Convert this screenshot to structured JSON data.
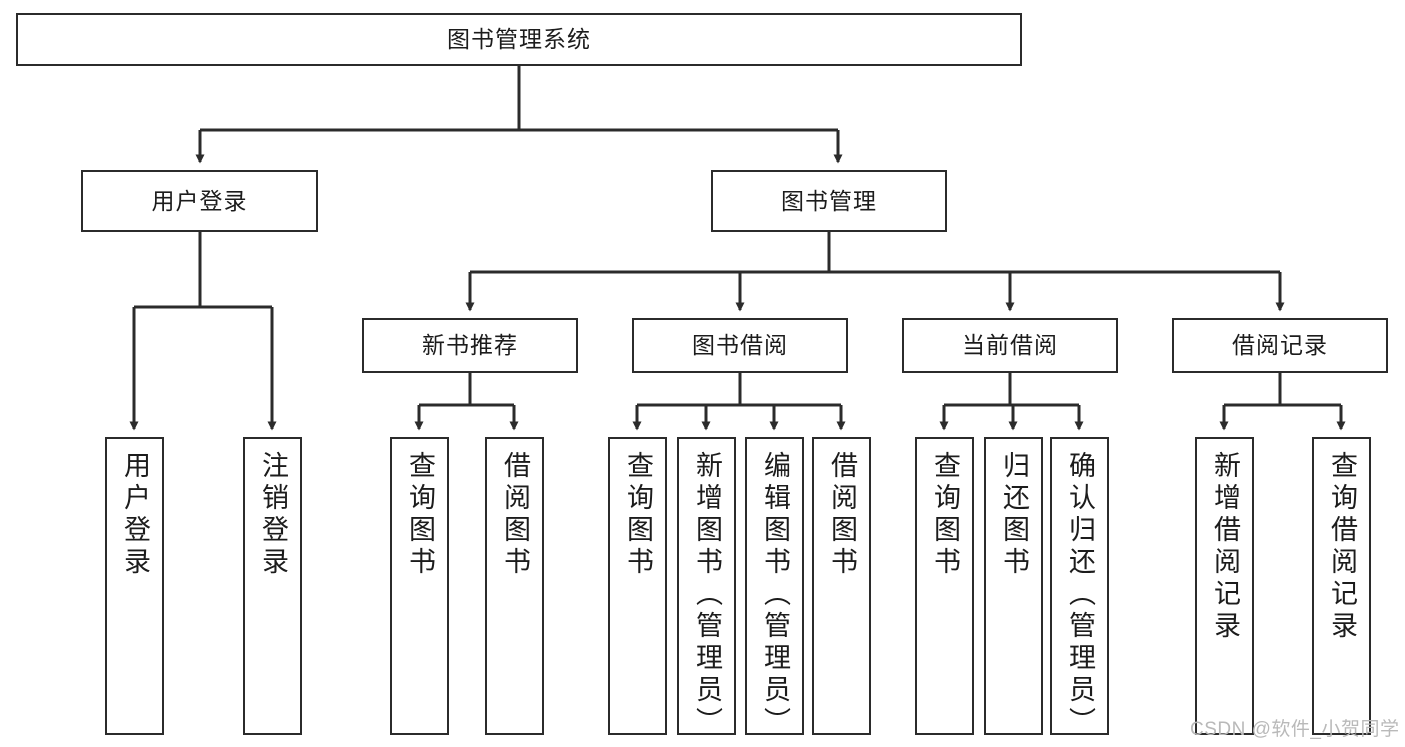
{
  "diagram": {
    "type": "tree-hierarchy",
    "title": "图书管理系统",
    "colors": {
      "box_border": "#2b2b2b",
      "box_fill": "#ffffff",
      "edge": "#2b2b2b",
      "text": "#1c1c1c",
      "watermark": "#b9b9b9",
      "background": "#ffffff"
    },
    "levels": {
      "root": {
        "label": "图书管理系统"
      },
      "level2": [
        {
          "label": "用户登录"
        },
        {
          "label": "图书管理"
        }
      ],
      "level3": [
        {
          "label": "新书推荐"
        },
        {
          "label": "图书借阅"
        },
        {
          "label": "当前借阅"
        },
        {
          "label": "借阅记录"
        }
      ],
      "leaves": [
        {
          "label": "用户登录",
          "parent": "用户登录"
        },
        {
          "label": "注销登录",
          "parent": "用户登录"
        },
        {
          "label": "查询图书",
          "parent": "新书推荐"
        },
        {
          "label": "借阅图书",
          "parent": "新书推荐"
        },
        {
          "label": "查询图书",
          "parent": "图书借阅"
        },
        {
          "label": "新增图书（管理员）",
          "parent": "图书借阅"
        },
        {
          "label": "编辑图书（管理员）",
          "parent": "图书借阅"
        },
        {
          "label": "借阅图书",
          "parent": "图书借阅"
        },
        {
          "label": "查询图书",
          "parent": "当前借阅"
        },
        {
          "label": "归还图书",
          "parent": "当前借阅"
        },
        {
          "label": "确认归还（管理员）",
          "parent": "当前借阅"
        },
        {
          "label": "新增借阅记录",
          "parent": "借阅记录"
        },
        {
          "label": "查询借阅记录",
          "parent": "借阅记录"
        }
      ]
    },
    "watermark": "CSDN @软件_小贺同学"
  }
}
